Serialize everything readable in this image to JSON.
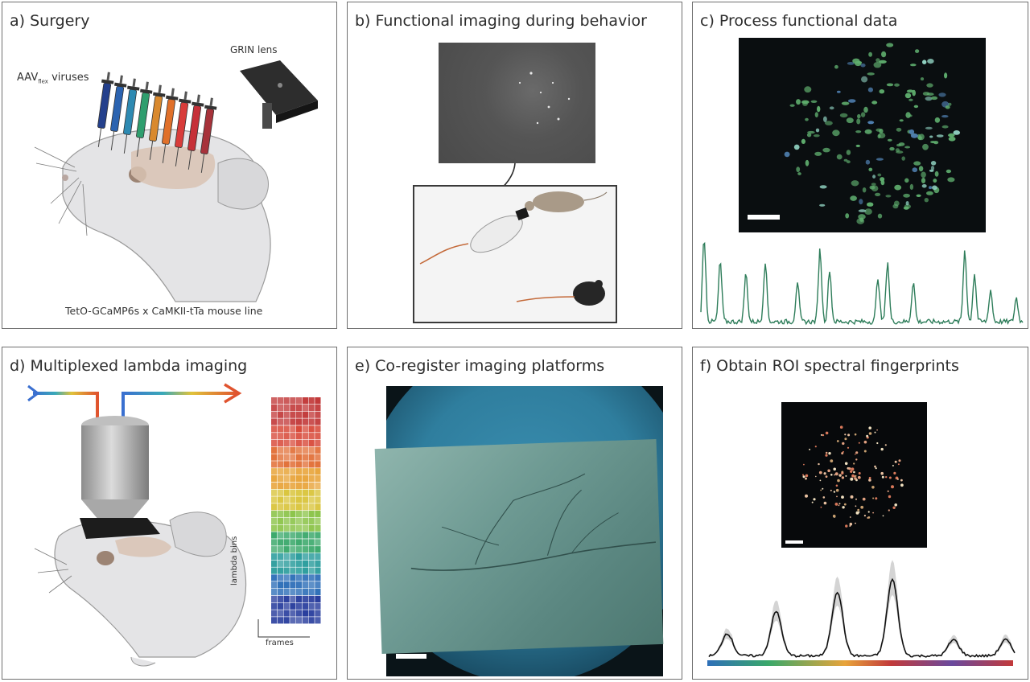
{
  "panels": {
    "a": {
      "title": "a) Surgery",
      "aav_label": "AAV",
      "aav_sub": "flex",
      "viruses_label": "viruses",
      "grin_label": "GRIN lens",
      "mouse_line_label": "TetO-GCaMP6s x CaMKII-tTa mouse line"
    },
    "b": {
      "title": "b) Functional imaging during behavior"
    },
    "c": {
      "title": "c) Process functional data"
    },
    "d": {
      "title": "d) Multiplexed lambda imaging",
      "ylabel": "lambda bins",
      "xlabel": "frames"
    },
    "e": {
      "title": "e) Co-register imaging platforms"
    },
    "f": {
      "title": "f) Obtain ROI spectral fingerprints"
    }
  },
  "colors": {
    "syringes": [
      "#24408c",
      "#2b63b0",
      "#2e8ab2",
      "#2f9e6e",
      "#d9892e",
      "#e0702a",
      "#d83c3a",
      "#c63038",
      "#a7323a"
    ],
    "trace_green": "#2e7d5a",
    "panel_border": "#6f6f6f"
  }
}
